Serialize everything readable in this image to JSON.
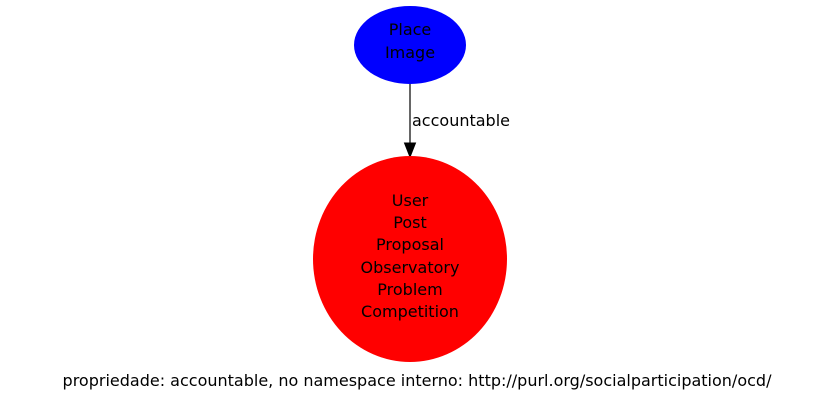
{
  "diagram": {
    "source_node": {
      "lines": [
        "Place",
        "Image"
      ],
      "color": "#0000ff"
    },
    "target_node": {
      "lines": [
        "User",
        "Post",
        "Proposal",
        "Observatory",
        "Problem",
        "Competition"
      ],
      "color": "#ff0000"
    },
    "edge": {
      "label": "accountable",
      "color": "#000000"
    },
    "caption": "propriedade: accountable, no namespace interno: http://purl.org/socialparticipation/ocd/"
  }
}
